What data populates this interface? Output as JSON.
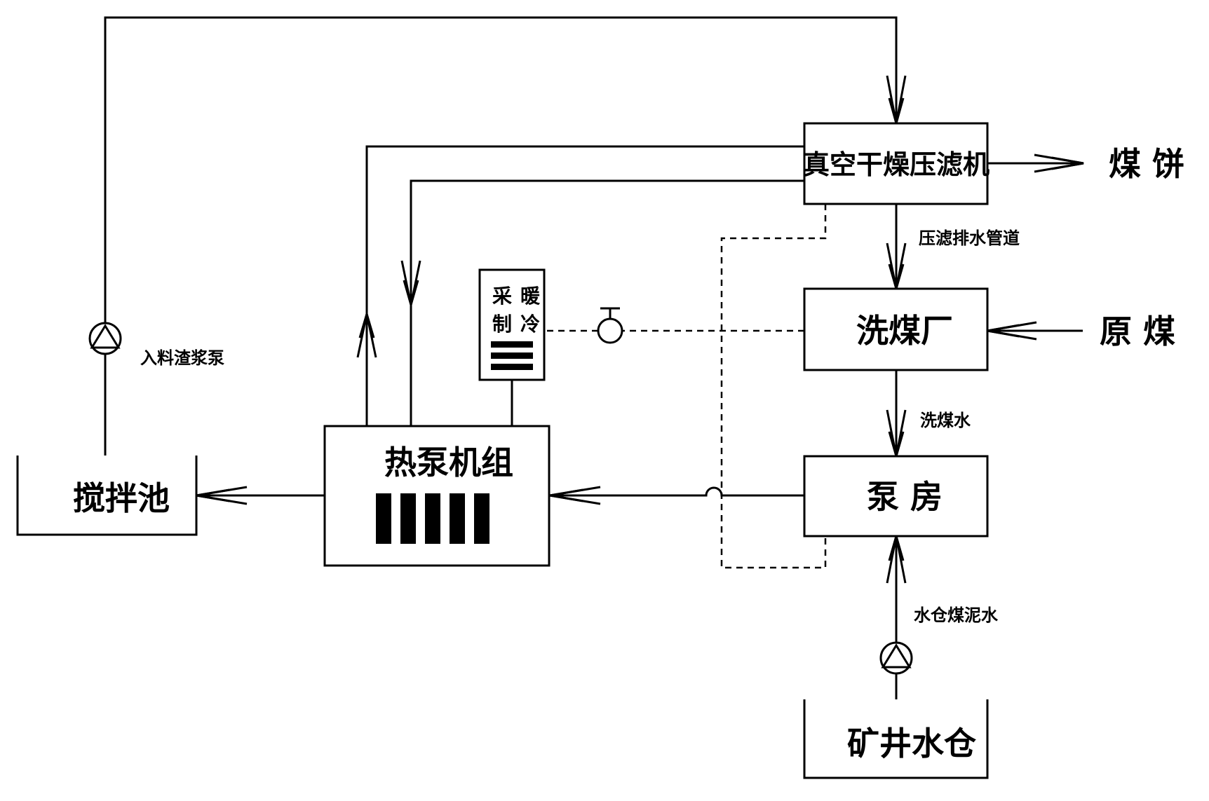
{
  "nodes": {
    "filter_press": "真空干燥压滤机",
    "coal_cake": "煤 饼",
    "wash_plant": "洗煤厂",
    "raw_coal": "原 煤",
    "pump_room": "泵 房",
    "heat_pump": "热泵机组",
    "mixing_tank": "搅拌池",
    "mine_sump": "矿井水仓",
    "heating_col1_top": "采",
    "heating_col1_bottom": "制",
    "heating_col2_top": "暖",
    "heating_col2_bottom": "冷"
  },
  "labels": {
    "press_drain": "压滤排水管道",
    "wash_water": "洗煤水",
    "sump_slurry": "水仓煤泥水",
    "feed_pump": "入料渣浆泵"
  }
}
